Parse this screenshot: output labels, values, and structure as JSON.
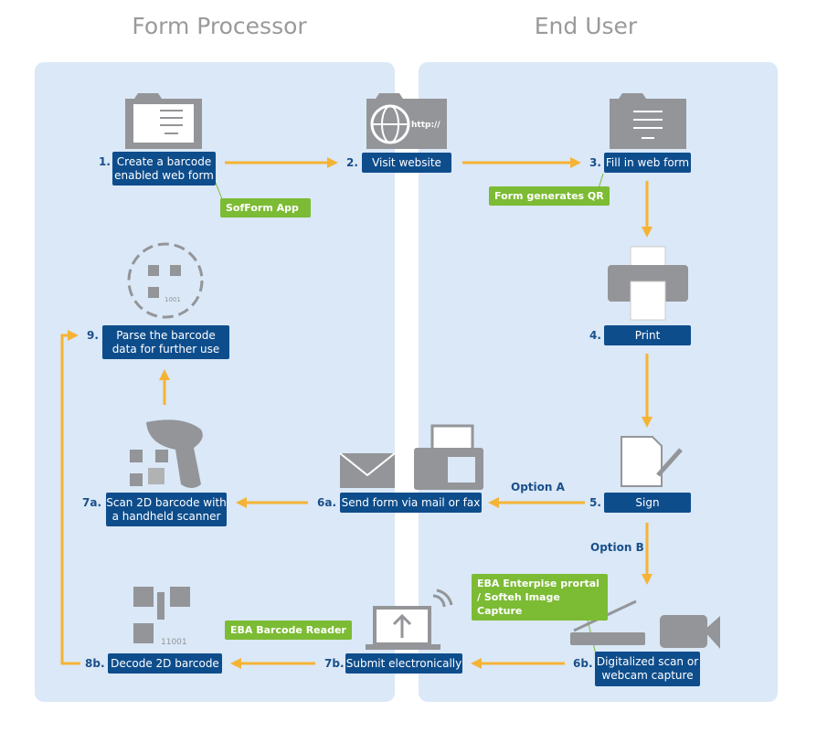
{
  "headers": {
    "left": "Form Processor",
    "right": "End User"
  },
  "steps": {
    "s1": {
      "num": "1.",
      "label": "Create a barcode enabled web form"
    },
    "s2": {
      "num": "2.",
      "label": "Visit website"
    },
    "s3": {
      "num": "3.",
      "label": "Fill in web form"
    },
    "s4": {
      "num": "4.",
      "label": "Print"
    },
    "s5": {
      "num": "5.",
      "label": "Sign"
    },
    "s6a": {
      "num": "6a.",
      "label": "Send form via mail or fax"
    },
    "s6b": {
      "num": "6b.",
      "label": "Digitalized scan or webcam capture"
    },
    "s7a": {
      "num": "7a.",
      "label": "Scan 2D barcode with a handheld scanner"
    },
    "s7b": {
      "num": "7b.",
      "label": "Submit electronically"
    },
    "s8b": {
      "num": "8b.",
      "label": "Decode 2D barcode"
    },
    "s9": {
      "num": "9.",
      "label": "Parse the barcode data for further use"
    }
  },
  "notes": {
    "sofform": "SofForm App",
    "qr": "Form generates QR",
    "eba_reader": "EBA Barcode Reader",
    "eba_portal": "EBA Enterpise prortal / Softeh Image Capture"
  },
  "options": {
    "a": "Option A",
    "b": "Option B"
  },
  "icons": {
    "website_text": "http://"
  },
  "colors": {
    "panel": "#dae8f7",
    "box": "#0e4d8c",
    "arrow": "#f5b335",
    "note": "#7cbb34",
    "icon": "#939598"
  }
}
